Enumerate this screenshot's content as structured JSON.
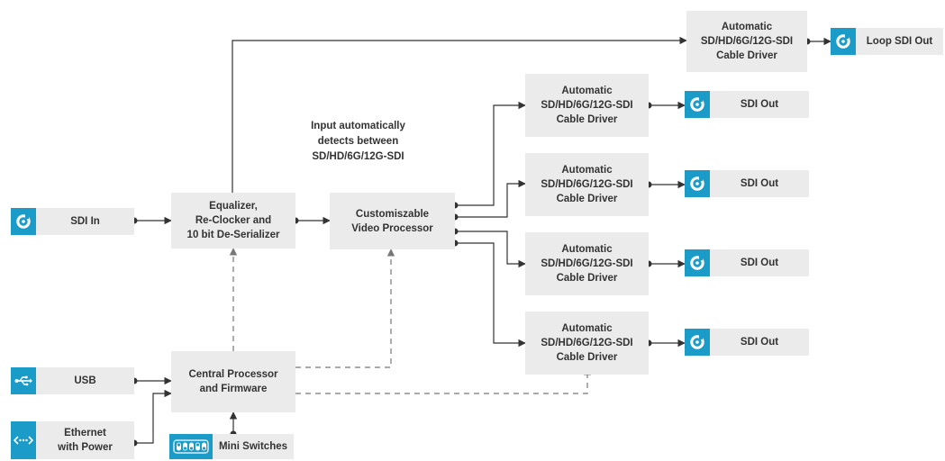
{
  "colors": {
    "accent": "#1b9bc8",
    "box": "#ebebeb",
    "line": "#333333",
    "dashed": "#777777",
    "text": "#333333"
  },
  "inputs": {
    "sdi_in": {
      "label": "SDI In",
      "icon": "bnc-connector-icon"
    },
    "usb": {
      "label": "USB",
      "icon": "usb-icon"
    },
    "ethernet": {
      "label": "Ethernet\nwith Power",
      "icon": "ethernet-icon"
    },
    "mini_switches": {
      "label": "Mini Switches",
      "icon": "dip-switch-icon"
    }
  },
  "blocks": {
    "equalizer": "Equalizer,\nRe-Clocker and\n10 bit De-Serializer",
    "video_processor": "Customiszable\nVideo Processor",
    "central_processor": "Central Processor\nand Firmware",
    "loop_driver": "Automatic\nSD/HD/6G/12G-SDI\nCable Driver",
    "cable_drivers": [
      "Automatic\nSD/HD/6G/12G-SDI\nCable Driver",
      "Automatic\nSD/HD/6G/12G-SDI\nCable Driver",
      "Automatic\nSD/HD/6G/12G-SDI\nCable Driver",
      "Automatic\nSD/HD/6G/12G-SDI\nCable Driver"
    ]
  },
  "annotation": "Input automatically\ndetects between\nSD/HD/6G/12G-SDI",
  "outputs": {
    "loop_out": {
      "label": "Loop SDI Out",
      "icon": "bnc-connector-icon"
    },
    "sdi_outs": [
      {
        "label": "SDI Out",
        "icon": "bnc-connector-icon"
      },
      {
        "label": "SDI Out",
        "icon": "bnc-connector-icon"
      },
      {
        "label": "SDI Out",
        "icon": "bnc-connector-icon"
      },
      {
        "label": "SDI Out",
        "icon": "bnc-connector-icon"
      }
    ]
  }
}
